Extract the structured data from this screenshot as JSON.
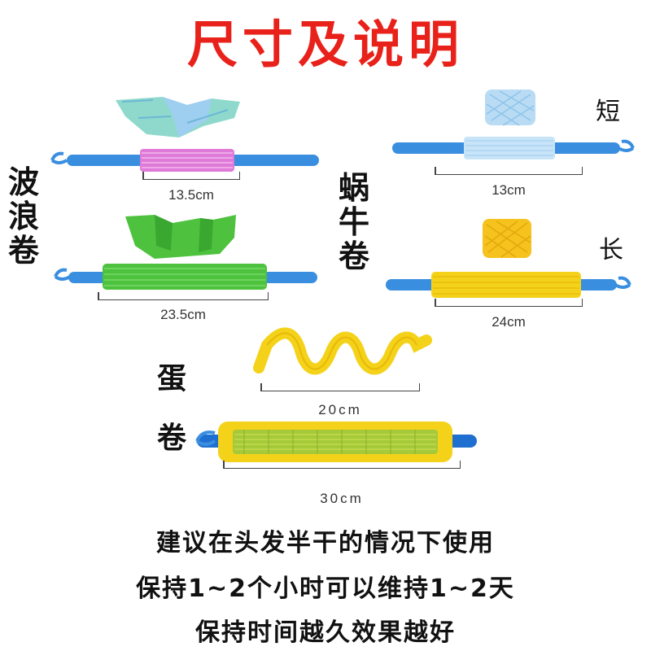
{
  "title": "尺寸及说明",
  "wave": {
    "label": "波浪卷",
    "small": {
      "length": "13.5cm"
    },
    "large": {
      "length": "23.5cm"
    }
  },
  "snail": {
    "label": "蜗牛卷",
    "short": {
      "tag": "短",
      "length": "13cm"
    },
    "long": {
      "tag": "长",
      "length": "24cm"
    }
  },
  "egg": {
    "label_top": "蛋",
    "label_bottom": "卷",
    "spiral": {
      "length": "20cm"
    },
    "roll": {
      "length": "30cm"
    }
  },
  "notes": [
    "建议在头发半干的情况下使用",
    "保持1~2个小时可以维持1~2天",
    "保持时间越久效果越好"
  ],
  "colors": {
    "title_red": "#e8221a",
    "rod_blue": "#3a8ee0",
    "pink": "#e07ad8",
    "mint": "#7fd6c0",
    "green": "#4ec23e",
    "yellow": "#f4d21a",
    "orange_yellow": "#f5c21e",
    "light_blue": "#b9dcf4"
  }
}
